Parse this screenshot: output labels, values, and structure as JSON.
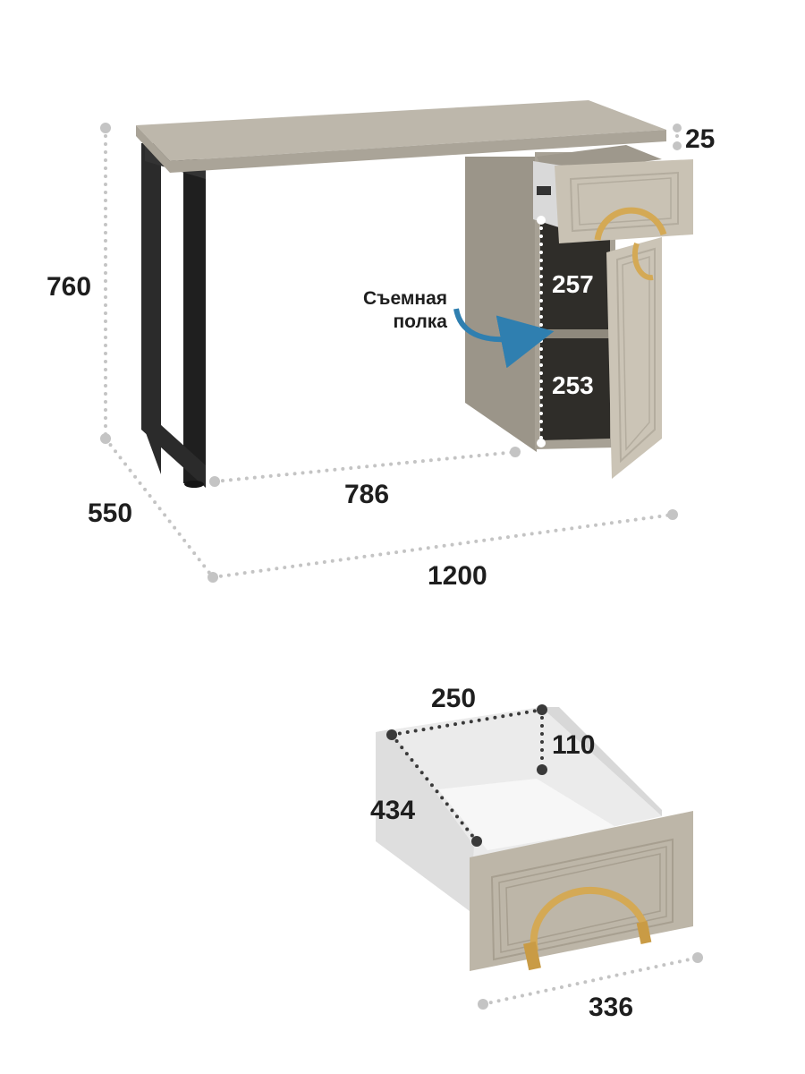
{
  "dimensions": {
    "height": "760",
    "depth": "550",
    "cabinet_offset": "786",
    "width": "1200",
    "top_thickness": "25",
    "upper_shelf_gap": "257",
    "lower_shelf_gap": "253",
    "drawer_inner_width": "250",
    "drawer_inner_height": "110",
    "drawer_inner_depth": "434",
    "drawer_front_width": "336"
  },
  "annotation": {
    "line1": "Съемная",
    "line2": "полка"
  },
  "colors": {
    "top": "#bdb7ab",
    "top_edge": "#a9a397",
    "cabinet": "#a19b8f",
    "cabinet_dark": "#8b857a",
    "front": "#cfc8bb",
    "frame": "#2b2b2b",
    "interior": "#2f2d29",
    "handle": "#d4a955",
    "arrow": "#2f7fb0",
    "dots": "#c4c4c4",
    "drawer_box": "#e9e9e9",
    "drawer_inside": "#f4f4f4"
  }
}
